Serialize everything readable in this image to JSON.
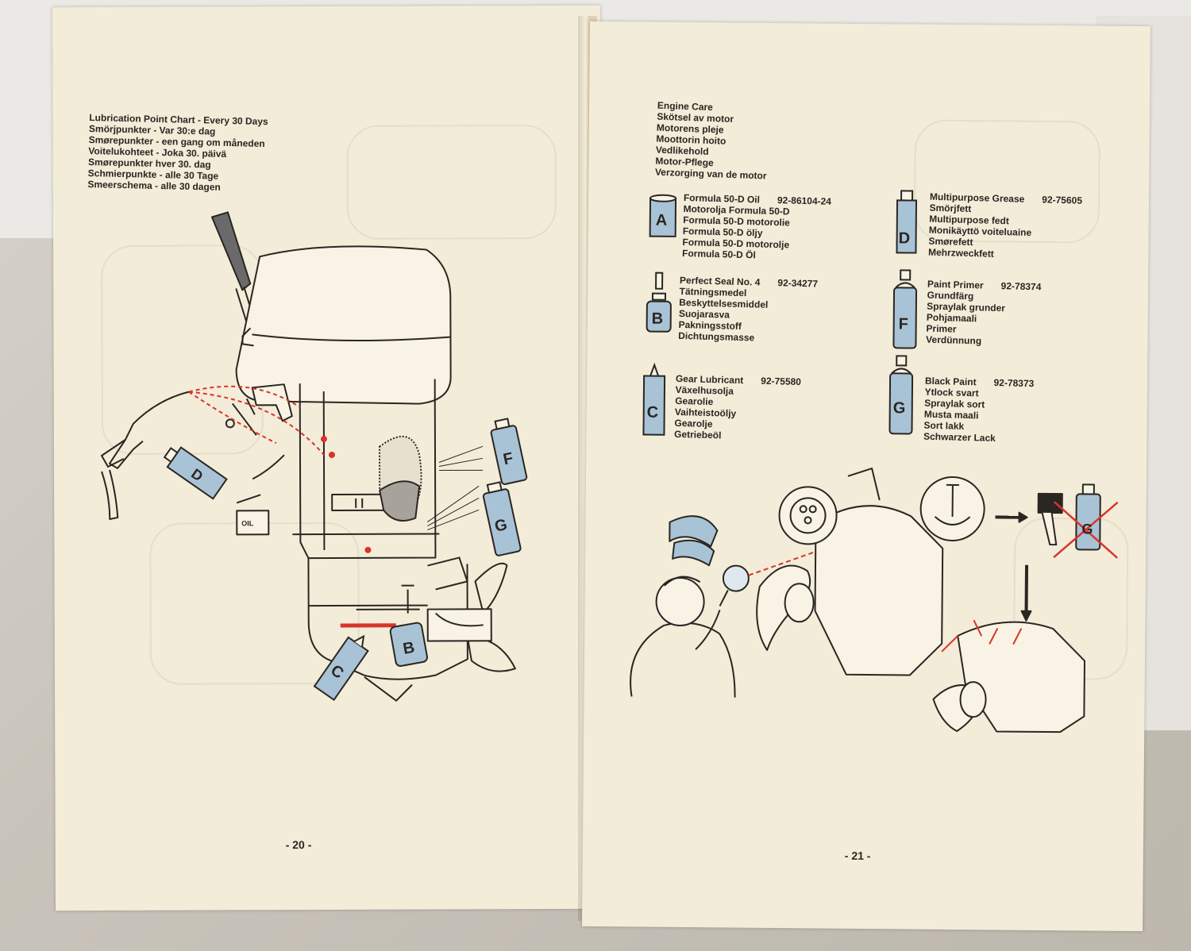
{
  "left_page": {
    "heading_lines": [
      "Lubrication Point Chart - Every 30 Days",
      "Smörjpunkter - Var 30:e dag",
      "Smørepunkter - een gang om måneden",
      "Voitelukohteet - Joka 30. päivä",
      "Smørepunkter hver 30. dag",
      "Schmierpunkte - alle 30 Tage",
      "Smeerschema - alle 30 dagen"
    ],
    "diagram_labels": {
      "grease_tube": "D",
      "oil_can": "OIL",
      "spray_upper": "F",
      "spray_lower": "G",
      "tube_bottom": "C",
      "bottle_bottom": "B"
    },
    "page_number": "- 20 -"
  },
  "right_page": {
    "heading_lines": [
      "Engine Care",
      "Skötsel av motor",
      "Motorens pleje",
      "Moottorin hoito",
      "Vedlikehold",
      "Motor-Pflege",
      "Verzorging van de motor"
    ],
    "products": [
      {
        "letter": "A",
        "name": "Formula 50-D Oil",
        "part": "92-86104-24",
        "lines": [
          "Motorolja Formula 50-D",
          "Formula 50-D motorolie",
          "Formula 50-D öljy",
          "Formula 50-D motorolje",
          "Formula 50-D Öl"
        ]
      },
      {
        "letter": "B",
        "name": "Perfect Seal No. 4",
        "part": "92-34277",
        "lines": [
          "Tätningsmedel",
          "Beskyttelsesmiddel",
          "Suojarasva",
          "Pakningsstoff",
          "Dichtungsmasse"
        ]
      },
      {
        "letter": "C",
        "name": "Gear Lubricant",
        "part": "92-75580",
        "lines": [
          "Växelhusolja",
          "Gearolie",
          "Vaihteistoöljy",
          "Gearolje",
          "Getriebeöl"
        ]
      },
      {
        "letter": "D",
        "name": "Multipurpose Grease",
        "part": "92-75605",
        "lines": [
          "Smörjfett",
          "Multipurpose fedt",
          "Monikäyttö voiteluaine",
          "Smørefett",
          "Mehrzweckfett"
        ]
      },
      {
        "letter": "F",
        "name": "Paint Primer",
        "part": "92-78374",
        "lines": [
          "Grundfärg",
          "Spraylak grunder",
          "Pohjamaali",
          "Primer",
          "Verdünnung"
        ]
      },
      {
        "letter": "G",
        "name": "Black Paint",
        "part": "92-78373",
        "lines": [
          "Ytlock svart",
          "Spraylak sort",
          "Musta maali",
          "Sort lakk",
          "Schwarzer Lack"
        ]
      }
    ],
    "diagram_labels": {
      "crossed_spray": "G"
    },
    "page_number": "- 21 -"
  },
  "colors": {
    "paper": "#f3ecd8",
    "ink": "#2a2622",
    "tube_blue": "#a9c3d6",
    "accent_red": "#d9342b"
  }
}
